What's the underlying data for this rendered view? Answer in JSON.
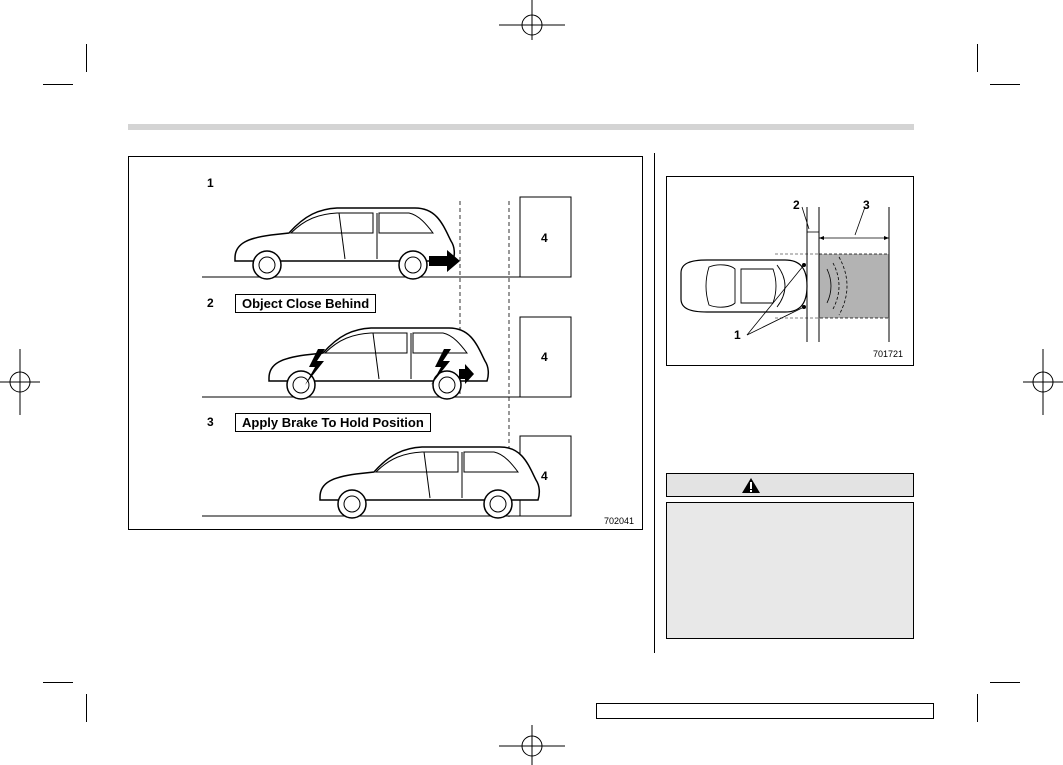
{
  "figure_left": {
    "code": "702041",
    "steps": [
      {
        "number": "1",
        "caption": "",
        "obstacle_label": "4"
      },
      {
        "number": "2",
        "caption": "Object Close Behind",
        "obstacle_label": "4"
      },
      {
        "number": "3",
        "caption": "Apply Brake To Hold Position",
        "obstacle_label": "4"
      }
    ]
  },
  "figure_right": {
    "code": "701721",
    "callouts": [
      "1",
      "2",
      "3"
    ],
    "detection_area_color": "#b3b3b3"
  },
  "warning": {
    "icon": "warning-triangle-icon",
    "header_color": "#e3e3e3",
    "body_color": "#e8e8e8"
  },
  "colors": {
    "header_bar": "#d4d4d4"
  }
}
